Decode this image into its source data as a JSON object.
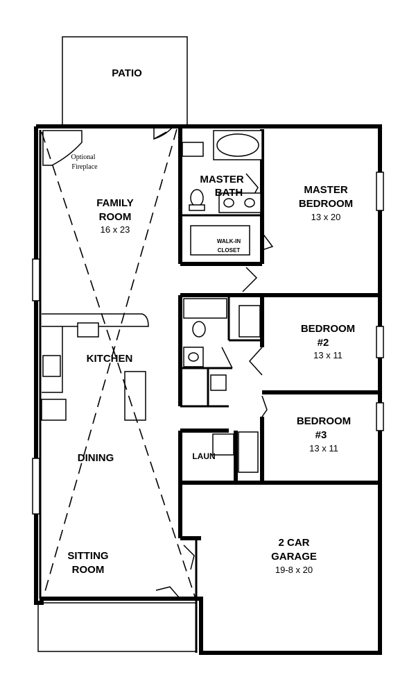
{
  "patio": {
    "label": "PATIO"
  },
  "fireplace": {
    "line1": "Optional",
    "line2": "Fireplace"
  },
  "family_room": {
    "name1": "FAMILY",
    "name2": "ROOM",
    "dims": "16 x 23"
  },
  "master_bath": {
    "name1": "MASTER",
    "name2": "BATH"
  },
  "master_bedroom": {
    "name1": "MASTER",
    "name2": "BEDROOM",
    "dims": "13 x 20"
  },
  "walk_in_closet": {
    "line1": "WALK-IN",
    "line2": "CLOSET"
  },
  "kitchen": {
    "name": "KITCHEN"
  },
  "bedroom2": {
    "name1": "BEDROOM",
    "name2": "#2",
    "dims": "13 x 11"
  },
  "bedroom3": {
    "name1": "BEDROOM",
    "name2": "#3",
    "dims": "13 x 11"
  },
  "dining": {
    "name": "DINING"
  },
  "laundry": {
    "name": "LAUN"
  },
  "sitting_room": {
    "name1": "SITTING",
    "name2": "ROOM"
  },
  "garage": {
    "name1": "2 CAR",
    "name2": "GARAGE",
    "dims": "19-8 x 20"
  }
}
